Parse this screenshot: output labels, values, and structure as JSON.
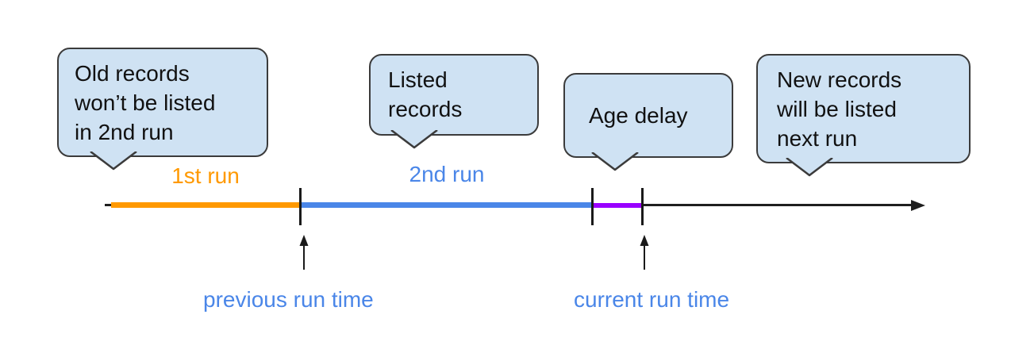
{
  "colors": {
    "bubble_fill": "#cfe2f3",
    "bubble_border": "#3b3b3b",
    "first_run_orange": "#ff9900",
    "second_run_blue": "#4a86e8",
    "age_delay_purple": "#9900ff",
    "axis_black": "#1f1f1f"
  },
  "callouts": [
    {
      "name": "old-records",
      "lines": [
        "Old records",
        "won’t be listed",
        "in 2nd run"
      ]
    },
    {
      "name": "listed-records",
      "lines": [
        "Listed",
        "records"
      ]
    },
    {
      "name": "age-delay",
      "lines": [
        "Age delay"
      ]
    },
    {
      "name": "new-records",
      "lines": [
        "New records",
        "will be listed",
        "next run"
      ]
    }
  ],
  "timeline": {
    "segment_labels": {
      "first": "1st run",
      "second": "2nd run"
    },
    "marker_labels": {
      "previous": "previous run time",
      "current": "current run time"
    }
  }
}
